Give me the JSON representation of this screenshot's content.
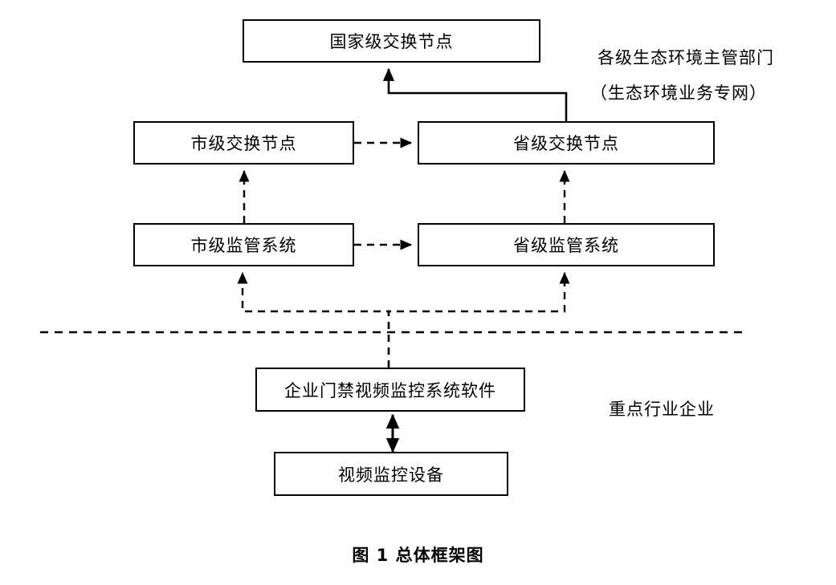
{
  "figure": {
    "caption": "图 1  总体框架图"
  },
  "zones": [
    {
      "id": "authority-zone",
      "line1": "各级生态环境主管部门",
      "line2": "（生态环境业务专网）"
    },
    {
      "id": "enterprise-zone",
      "line1": "重点行业企业"
    }
  ],
  "nodes": {
    "national_exchange": "国家级交换节点",
    "city_exchange": "市级交换节点",
    "province_exchange": "省级交换节点",
    "city_supervision": "市级监管系统",
    "province_supervision": "省级监管系统",
    "enterprise_software": "企业门禁视频监控系统软件",
    "video_device": "视频监控设备"
  },
  "colors": {
    "stroke": "#000000",
    "fill": "#ffffff",
    "background": "#ffffff"
  },
  "diagram": {
    "type": "block-diagram",
    "orientation": "bottom-up",
    "separator": "dashed-horizontal-boundary",
    "edges": [
      {
        "from": "province_exchange",
        "to": "national_exchange",
        "style": "solid",
        "arrow": "single"
      },
      {
        "from": "city_exchange",
        "to": "province_exchange",
        "style": "dashed",
        "arrow": "single"
      },
      {
        "from": "city_supervision",
        "to": "city_exchange",
        "style": "dashed",
        "arrow": "single"
      },
      {
        "from": "city_supervision",
        "to": "province_supervision",
        "style": "dashed",
        "arrow": "single"
      },
      {
        "from": "province_supervision",
        "to": "province_exchange",
        "style": "dashed",
        "arrow": "single"
      },
      {
        "from": "enterprise_software",
        "to": "city_supervision",
        "style": "dashed",
        "arrow": "single"
      },
      {
        "from": "enterprise_software",
        "to": "province_supervision",
        "style": "dashed",
        "arrow": "single"
      },
      {
        "from": "video_device",
        "to": "enterprise_software",
        "style": "solid",
        "arrow": "double"
      }
    ]
  }
}
